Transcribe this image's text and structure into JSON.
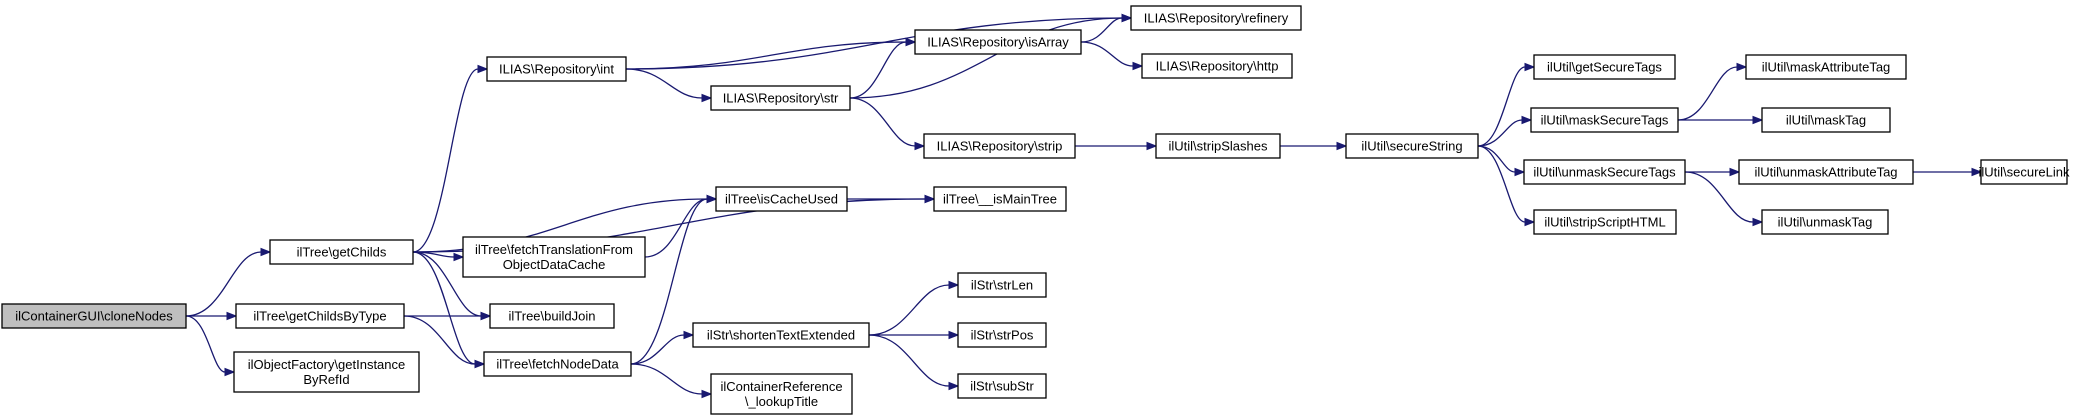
{
  "diagram": {
    "type": "call-graph",
    "nodes": [
      {
        "id": "cloneNodes",
        "lines": [
          "ilContainerGUI\\cloneNodes"
        ],
        "highlight": true
      },
      {
        "id": "getChilds",
        "lines": [
          "ilTree\\getChilds"
        ]
      },
      {
        "id": "getChildsByType",
        "lines": [
          "ilTree\\getChildsByType"
        ]
      },
      {
        "id": "getInstanceByRefId",
        "lines": [
          "ilObjectFactory\\getInstance",
          "ByRefId"
        ]
      },
      {
        "id": "int",
        "lines": [
          "ILIAS\\Repository\\int"
        ]
      },
      {
        "id": "str",
        "lines": [
          "ILIAS\\Repository\\str"
        ]
      },
      {
        "id": "isArray",
        "lines": [
          "ILIAS\\Repository\\isArray"
        ]
      },
      {
        "id": "refinery",
        "lines": [
          "ILIAS\\Repository\\refinery"
        ]
      },
      {
        "id": "http",
        "lines": [
          "ILIAS\\Repository\\http"
        ]
      },
      {
        "id": "strip",
        "lines": [
          "ILIAS\\Repository\\strip"
        ]
      },
      {
        "id": "isCacheUsed",
        "lines": [
          "ilTree\\isCacheUsed"
        ]
      },
      {
        "id": "fetchTranslation",
        "lines": [
          "ilTree\\fetchTranslationFrom",
          "ObjectDataCache"
        ]
      },
      {
        "id": "buildJoin",
        "lines": [
          "ilTree\\buildJoin"
        ]
      },
      {
        "id": "fetchNodeData",
        "lines": [
          "ilTree\\fetchNodeData"
        ]
      },
      {
        "id": "isMainTree",
        "lines": [
          "ilTree\\__isMainTree"
        ]
      },
      {
        "id": "stripSlashes",
        "lines": [
          "ilUtil\\stripSlashes"
        ]
      },
      {
        "id": "secureString",
        "lines": [
          "ilUtil\\secureString"
        ]
      },
      {
        "id": "getSecureTags",
        "lines": [
          "ilUtil\\getSecureTags"
        ]
      },
      {
        "id": "maskSecureTags",
        "lines": [
          "ilUtil\\maskSecureTags"
        ]
      },
      {
        "id": "unmaskSecureTags",
        "lines": [
          "ilUtil\\unmaskSecureTags"
        ]
      },
      {
        "id": "stripScriptHTML",
        "lines": [
          "ilUtil\\stripScriptHTML"
        ]
      },
      {
        "id": "maskAttributeTag",
        "lines": [
          "ilUtil\\maskAttributeTag"
        ]
      },
      {
        "id": "maskTag",
        "lines": [
          "ilUtil\\maskTag"
        ]
      },
      {
        "id": "unmaskAttributeTag",
        "lines": [
          "ilUtil\\unmaskAttributeTag"
        ]
      },
      {
        "id": "unmaskTag",
        "lines": [
          "ilUtil\\unmaskTag"
        ]
      },
      {
        "id": "secureLink",
        "lines": [
          "ilUtil\\secureLink"
        ]
      },
      {
        "id": "shortenTextExtended",
        "lines": [
          "ilStr\\shortenTextExtended"
        ]
      },
      {
        "id": "lookupTitle",
        "lines": [
          "ilContainerReference",
          "\\_lookupTitle"
        ]
      },
      {
        "id": "strLen",
        "lines": [
          "ilStr\\strLen"
        ]
      },
      {
        "id": "strPos",
        "lines": [
          "ilStr\\strPos"
        ]
      },
      {
        "id": "subStr",
        "lines": [
          "ilStr\\subStr"
        ]
      }
    ],
    "edges": [
      [
        "cloneNodes",
        "getChilds"
      ],
      [
        "cloneNodes",
        "getChildsByType"
      ],
      [
        "cloneNodes",
        "getInstanceByRefId"
      ],
      [
        "getChilds",
        "int"
      ],
      [
        "getChilds",
        "isMainTree"
      ],
      [
        "getChilds",
        "isCacheUsed"
      ],
      [
        "getChilds",
        "fetchTranslation"
      ],
      [
        "getChilds",
        "buildJoin"
      ],
      [
        "getChilds",
        "fetchNodeData"
      ],
      [
        "getChildsByType",
        "buildJoin"
      ],
      [
        "getChildsByType",
        "fetchNodeData"
      ],
      [
        "int",
        "refinery"
      ],
      [
        "int",
        "isArray"
      ],
      [
        "int",
        "str"
      ],
      [
        "str",
        "isArray"
      ],
      [
        "str",
        "refinery"
      ],
      [
        "str",
        "strip"
      ],
      [
        "isArray",
        "refinery"
      ],
      [
        "isArray",
        "http"
      ],
      [
        "strip",
        "stripSlashes"
      ],
      [
        "stripSlashes",
        "secureString"
      ],
      [
        "secureString",
        "getSecureTags"
      ],
      [
        "secureString",
        "maskSecureTags"
      ],
      [
        "secureString",
        "unmaskSecureTags"
      ],
      [
        "secureString",
        "stripScriptHTML"
      ],
      [
        "maskSecureTags",
        "maskAttributeTag"
      ],
      [
        "maskSecureTags",
        "maskTag"
      ],
      [
        "unmaskSecureTags",
        "unmaskAttributeTag"
      ],
      [
        "unmaskSecureTags",
        "unmaskTag"
      ],
      [
        "unmaskAttributeTag",
        "secureLink"
      ],
      [
        "isCacheUsed",
        "isMainTree"
      ],
      [
        "fetchTranslation",
        "isCacheUsed"
      ],
      [
        "fetchNodeData",
        "isCacheUsed"
      ],
      [
        "fetchNodeData",
        "shortenTextExtended"
      ],
      [
        "fetchNodeData",
        "lookupTitle"
      ],
      [
        "shortenTextExtended",
        "strLen"
      ],
      [
        "shortenTextExtended",
        "strPos"
      ],
      [
        "shortenTextExtended",
        "subStr"
      ]
    ]
  }
}
